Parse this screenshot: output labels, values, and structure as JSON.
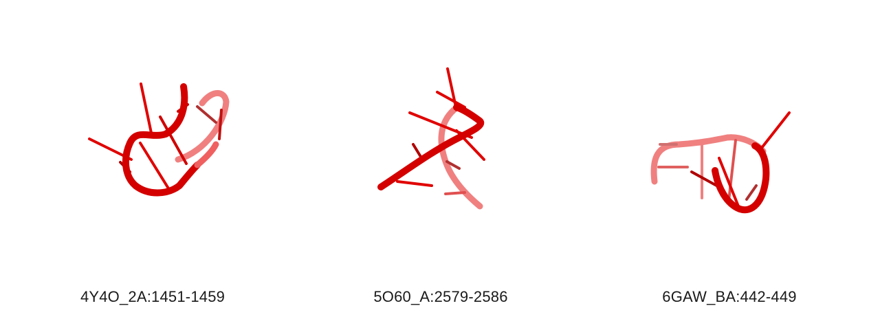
{
  "structures": [
    {
      "id": "4Y4O_2A:1451-1459",
      "color": "#e00000"
    },
    {
      "id": "5O60_A:2579-2586",
      "color": "#e00000"
    },
    {
      "id": "6GAW_BA:442-449",
      "color": "#e00000"
    }
  ]
}
